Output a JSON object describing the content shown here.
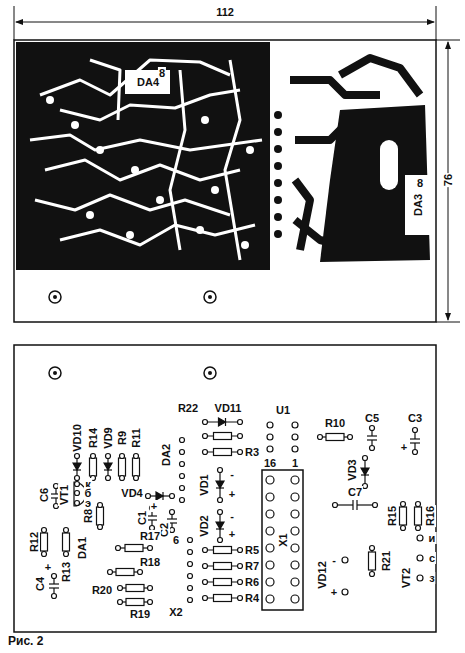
{
  "diagram": {
    "caption": "Рис. 2",
    "labels": [
      "112",
      "76",
      "DA4",
      "8",
      "DA3",
      "8",
      "R22",
      "VD11",
      "U1",
      "R10",
      "C5",
      "C3",
      "VD10",
      "R14",
      "VD9",
      "R9",
      "R11",
      "DA2",
      "R3",
      "VD3",
      "C6",
      "VT1",
      "к",
      "б",
      "э",
      "VD4",
      "R8",
      "C1",
      "+",
      "C2",
      "VD1",
      "+",
      "-",
      "VD2",
      "+",
      "-",
      "16",
      "1",
      "X1",
      "C7",
      "+",
      "R15",
      "R16",
      "R12",
      "DA1",
      "R13",
      "C4",
      "+",
      "R17",
      "R18",
      "R20",
      "R19",
      "6",
      "X2",
      "R5",
      "R7",
      "R6",
      "R4",
      "VD12",
      "-",
      "+",
      "R21",
      "VT2",
      "и",
      "с",
      "з"
    ]
  }
}
